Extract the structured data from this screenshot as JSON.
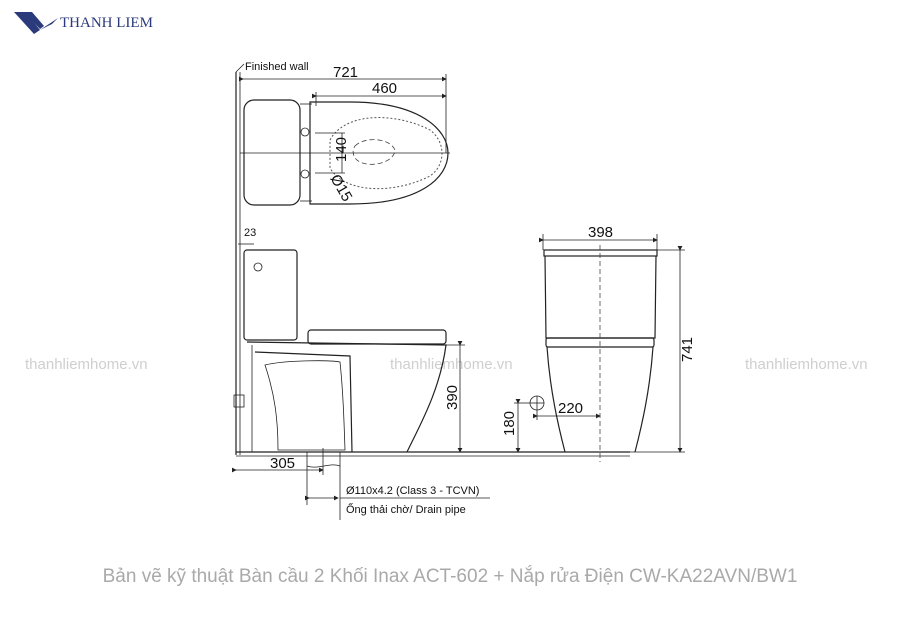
{
  "logo": {
    "brand": "THANH LIEM",
    "color": "#2b3a7a"
  },
  "watermark": "thanhliemhome.vn",
  "drawing": {
    "finished_wall": "Finished wall",
    "dim_overall_length": "721",
    "dim_seat_length": "460",
    "dim_mount_spacing": "140",
    "dim_mount_hole": "Ø15",
    "dim_wall_gap": "23",
    "dim_seat_height": "390",
    "dim_drain_offset": "305",
    "dim_width": "398",
    "dim_height": "741",
    "dim_inlet_height": "180",
    "dim_inlet_offset": "220",
    "drain_spec": "Ø110x4.2 (Class 3 - TCVN)",
    "drain_label": "Ống thải chờ/ Drain pipe"
  },
  "caption": "Bản vẽ kỹ thuật Bàn cầu 2 Khối Inax ACT-602 + Nắp rửa Điện CW-KA22AVN/BW1"
}
